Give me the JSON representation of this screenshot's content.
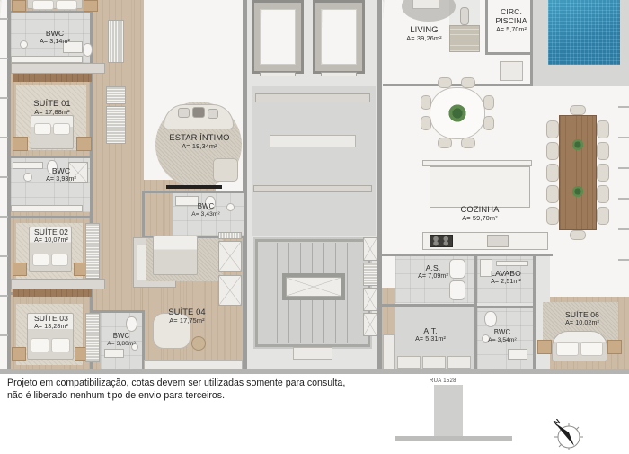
{
  "document": {
    "type": "architectural-floor-plan",
    "disclaimer_line1": "Projeto em compatibilização, cotas devem ser utilizadas somente para consulta,",
    "disclaimer_line2": "não é liberado  nenhum tipo de envio para terceiros.",
    "street_label": "RUA 1528",
    "compass_north": "N"
  },
  "rooms": [
    {
      "id": "bwc-01",
      "name": "BWC",
      "area": "A= 3,14m²"
    },
    {
      "id": "suite-01",
      "name": "SUÍTE 01",
      "area": "A= 17,88m²"
    },
    {
      "id": "bwc-02",
      "name": "BWC",
      "area": "A= 3,93m²"
    },
    {
      "id": "suite-02",
      "name": "SUÍTE 02",
      "area": "A= 10,07m²"
    },
    {
      "id": "suite-03",
      "name": "SUÍTE 03",
      "area": "A= 13,28m²"
    },
    {
      "id": "bwc-03",
      "name": "BWC",
      "area": "A= 3,80m²"
    },
    {
      "id": "estar-intimo",
      "name": "ESTAR ÍNTIMO",
      "area": "A= 19,34m²"
    },
    {
      "id": "bwc-04",
      "name": "BWC",
      "area": "A= 3,43m²"
    },
    {
      "id": "suite-04",
      "name": "SUÍTE 04",
      "area": "A= 17,75m²"
    },
    {
      "id": "living",
      "name": "LIVING",
      "area": "A= 39,26m²"
    },
    {
      "id": "circ-piscina",
      "name": "CIRC.\nPISCINA",
      "area": "A= 5,70m²"
    },
    {
      "id": "cozinha",
      "name": "COZINHA",
      "area": "A= 59,70m²"
    },
    {
      "id": "as",
      "name": "A.S.",
      "area": "A= 7,09m²"
    },
    {
      "id": "lavabo",
      "name": "LAVABO",
      "area": "A= 2,51m²"
    },
    {
      "id": "at",
      "name": "A.T.",
      "area": "A= 5,31m²"
    },
    {
      "id": "bwc-05",
      "name": "BWC",
      "area": "A= 3,54m²"
    },
    {
      "id": "suite-06",
      "name": "SUÍTE 06",
      "area": "A= 10,02m²"
    }
  ],
  "room_labels": {
    "bwc_01_name": "BWC",
    "bwc_01_area": "A= 3,14m²",
    "suite_01_name": "SUÍTE 01",
    "suite_01_area": "A= 17,88m²",
    "bwc_02_name": "BWC",
    "bwc_02_area": "A= 3,93m²",
    "suite_02_name": "SUÍTE 02",
    "suite_02_area": "A= 10,07m²",
    "suite_03_name": "SUÍTE 03",
    "suite_03_area": "A= 13,28m²",
    "bwc_03_name": "BWC",
    "bwc_03_area": "A= 3,80m²",
    "estar_name": "ESTAR ÍNTIMO",
    "estar_area": "A= 19,34m²",
    "bwc_04_name": "BWC",
    "bwc_04_area": "A= 3,43m²",
    "suite_04_name": "SUÍTE 04",
    "suite_04_area": "A= 17,75m²",
    "living_name": "LIVING",
    "living_area": "A= 39,26m²",
    "circ_name_1": "CIRC.",
    "circ_name_2": "PISCINA",
    "circ_area": "A= 5,70m²",
    "cozinha_name": "COZINHA",
    "cozinha_area": "A= 59,70m²",
    "as_name": "A.S.",
    "as_area": "A= 7,09m²",
    "lavabo_name": "LAVABO",
    "lavabo_area": "A= 2,51m²",
    "at_name": "A.T.",
    "at_area": "A= 5,31m²",
    "bwc_05_name": "BWC",
    "bwc_05_area": "A= 3,54m²",
    "suite_06_name": "SUÍTE 06",
    "suite_06_area": "A= 10,02m²"
  },
  "colors": {
    "pool_water": "#2b7fa8",
    "wall": "#9d9d9b",
    "wood_floor": "#cdbba6",
    "marble_floor": "#f6f5f3",
    "label_text": "#2c2c2c"
  },
  "features": [
    "swimming-pool",
    "long-dining-table-12-seats",
    "round-dining-table-8-seats",
    "stairwell",
    "elevator-shafts",
    "kitchen-island",
    "compass-rose"
  ]
}
